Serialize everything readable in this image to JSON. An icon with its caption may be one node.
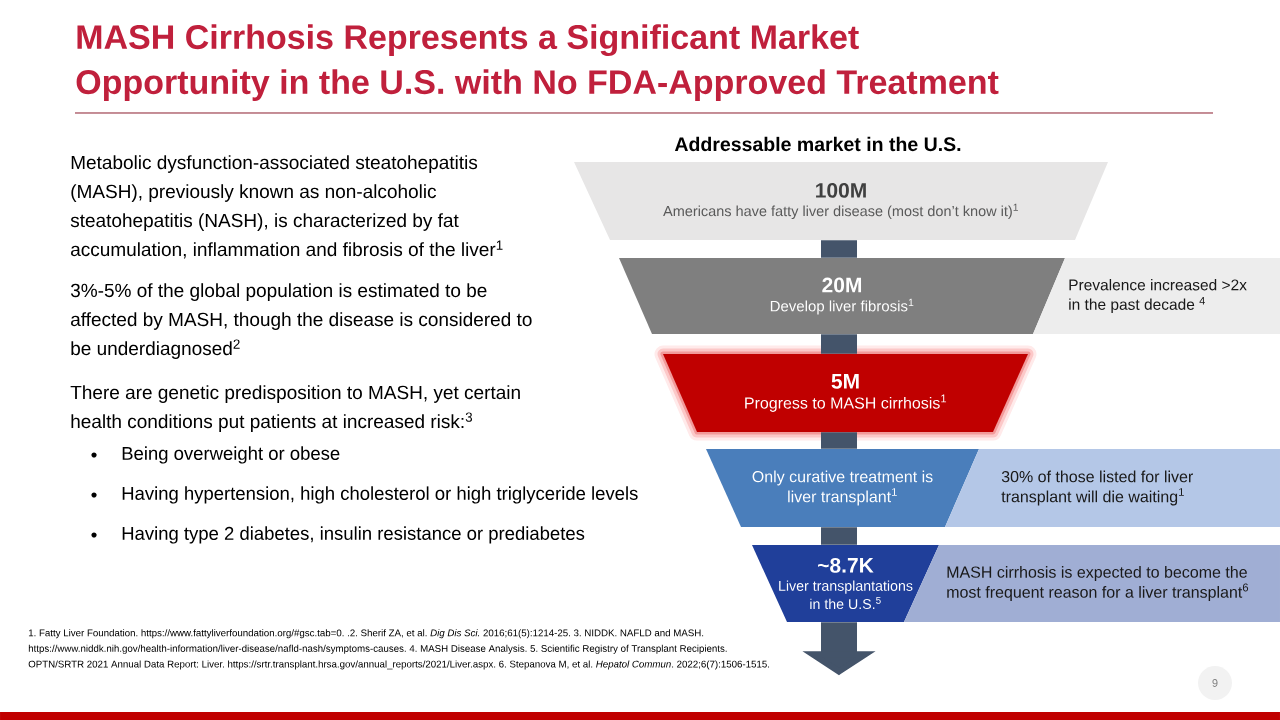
{
  "diagram": {
    "title": "MASH Cirrhosis Represents a Significant Market Opportunity in the U.S. with No FDA-Approved Treatment",
    "nodes": [
      {
        "text": [
          "100M",
          "Americans have fatty liver disease (most don’t know it)$^{1}$"
        ]
      },
      {
        "text": [
          "20M",
          "Develop liver fibrosis$^{1}$"
        ]
      },
      {
        "text": [
          "Prevalence increased >2x in the past decade $^{4}$"
        ]
      },
      {
        "text": [
          "5M",
          "Progress to MASH cirrhosis$^{1}$"
        ]
      },
      {
        "text": [
          "Only curative treatment is liver transplant$^{1}$"
        ]
      },
      {
        "text": [
          "30% of those listed for liver transplant will die waiting$^{1}$"
        ]
      },
      {
        "text": [
          "~8.7K",
          "Liver transplantations in the U.S.$^{5}$"
        ]
      },
      {
        "text": [
          "MASH cirrhosis is expected to become the most frequent reason for a liver transplant$^{6}$"
        ]
      }
    ],
    "edges": [
      {
        "from": 0,
        "to": 1,
        "arrow": "none"
      },
      {
        "from": 1,
        "to": 3,
        "arrow": "none"
      },
      {
        "from": 3,
        "to": 4,
        "arrow": "none"
      },
      {
        "from": 4,
        "to": 6,
        "arrow": "none"
      },
      {
        "from": 6,
        "to": null,
        "arrow": "to"
      }
    ],
    "labels": [
      "Addressable market in the U.S.",
      "Metabolic dysfunction-associated steatohepatitis (MASH), previously known as non-alcoholic steatohepatitis (NASH), is characterized by fat accumulation, inflammation and fibrosis of the liver$^{1}$",
      "3%-5% of the global population is estimated to be affected by MASH, though the disease is considered to be underdiagnosed$^{2}$",
      "There are genetic predisposition to MASH, yet certain health conditions put patients at increased risk:$^{3}$",
      "Being overweight or obese",
      "Having hypertension, high cholesterol or high triglyceride levels",
      "Having type 2 diabetes, insulin resistance or prediabetes",
      "1. Fatty Liver Foundation. https://www.fattyliverfoundation.org/#gsc.tab=0. .2. Sherif ZA, et al. *Dig Dis Sci.* 2016;61(5):1214-25. 3. NIDDK. NAFLD and MASH. https://www.niddk.nih.gov/health-information/liver-disease/nafld-nash/symptoms-causes. 4. MASH Disease Analysis. 5. Scientific Registry of Transplant Recipients. OPTN/SRTR 2021 Annual Data Report: Liver. https://srtr.transplant.hrsa.gov/annual_reports/2021/Liver.aspx. 6. Stepanova M, et al. *Hepatol Commun*. 2022;6(7):1506-1515.",
      "9"
    ]
  }
}
